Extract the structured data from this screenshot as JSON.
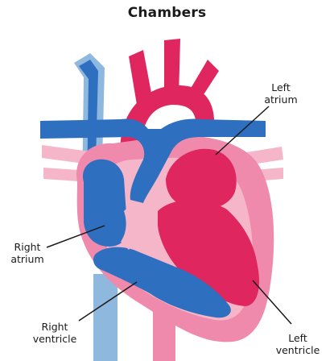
{
  "title": "Chambers",
  "labels": {
    "left_atrium": [
      "Left",
      "atrium"
    ],
    "right_atrium": [
      "Right",
      "atrium"
    ],
    "right_ventricle": [
      "Right",
      "ventricle"
    ],
    "left_ventricle": [
      "Left",
      "ventricle"
    ]
  },
  "colors": {
    "heart_pink": "#f08aac",
    "heart_light": "#f6b6c9",
    "magenta": "#e0265e",
    "blue": "#2f6fc0",
    "light_blue": "#8fb8df",
    "line": "#1a1a1a"
  }
}
